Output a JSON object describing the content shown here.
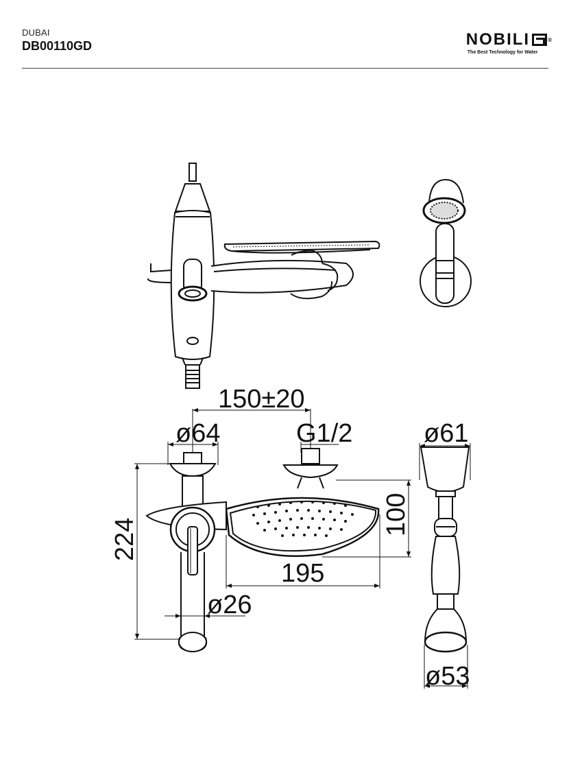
{
  "header": {
    "series": "DUBAI",
    "code": "DB00110GD"
  },
  "logo": {
    "brand": "NOBILI",
    "reg": "®",
    "tagline": "The Best Technology for Water"
  },
  "dimensions": {
    "center_distance": "150±20",
    "body_diameter": "ø64",
    "thread": "G1/2",
    "handset_diameter_top": "ø61",
    "height": "224",
    "head_height": "100",
    "head_width": "195",
    "spout_diameter": "ø26",
    "handset_diameter_bottom": "ø53"
  }
}
